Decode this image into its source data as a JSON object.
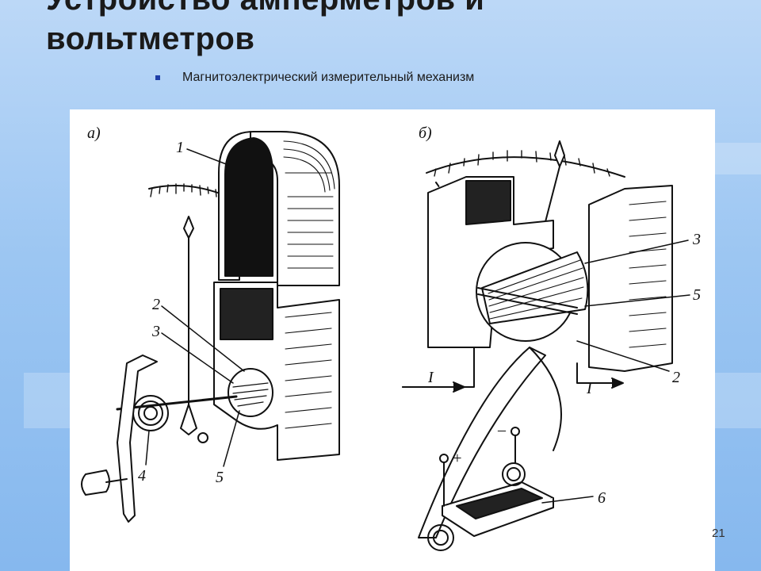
{
  "slide": {
    "title_line1": "Устройство амперметров и",
    "title_line2": "вольтметров",
    "bullet": "Магнитоэлектрический измерительный механизм",
    "page_number": "21"
  },
  "figure": {
    "panel_a_label": "а)",
    "panel_b_label": "б)",
    "a_callouts": [
      "1",
      "2",
      "3",
      "4",
      "5"
    ],
    "b_callouts": [
      "3",
      "5",
      "2",
      "6"
    ],
    "current_labels": [
      "I",
      "I"
    ],
    "plus_sign": "+",
    "minus_sign": "–"
  }
}
